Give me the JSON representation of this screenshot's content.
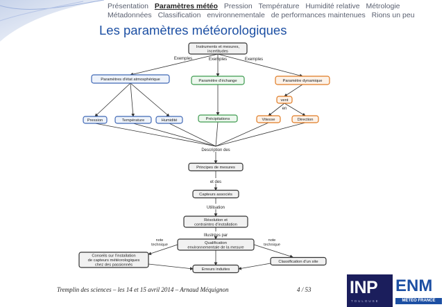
{
  "nav": {
    "items": [
      "Présentation",
      "Paramètres météo",
      "Pression",
      "Température",
      "Humidité relative",
      "Métrologie",
      "Métadonnées",
      "Classification",
      "environnementale",
      "de performances maintenues",
      "Rions un peu"
    ],
    "active": "Paramètres météo"
  },
  "slide": {
    "title": "Les paramètres météorologiques",
    "footer": "Tremplin des sciences – les 14 et 15 avril 2014 – Arnaud Méquignon",
    "page": "4 / 53"
  },
  "logos": {
    "inp_text": "INP",
    "inp_sub": "TOULOUSE",
    "enm_text": "ENM",
    "enm_sub": "MÉTÉO FRANCE"
  },
  "diagram": {
    "nodes": {
      "instruments": [
        "Instruments et mesures,",
        "incertitudes"
      ],
      "etat": [
        "Paramètres d'état atmosphérique"
      ],
      "echange": [
        "Paramètre d'échange"
      ],
      "dynamique": [
        "Paramètre dynamique"
      ],
      "vent": [
        "vent"
      ],
      "pression": [
        "Pression"
      ],
      "temperature": [
        "Température"
      ],
      "humidite": [
        "Humidité"
      ],
      "precipitations": [
        "Précipitations"
      ],
      "vitesse": [
        "Vitesse"
      ],
      "direction": [
        "Direction"
      ],
      "principes": [
        "Principes de mesures"
      ],
      "capteurs": [
        "Capteurs associés"
      ],
      "resolution": [
        "Résolution et",
        "contraintes d'installation"
      ],
      "qualification": [
        "Qualification",
        "environnementale de la mesure"
      ],
      "conseils": [
        "Conseils sur l'installation",
        "de capteurs météorologiques",
        "chez des passionnés"
      ],
      "classification": [
        "Classification d'un site"
      ],
      "erreurs": [
        "Erreurs induites"
      ]
    },
    "labels": {
      "exemples_left": "Exemples",
      "exemples_mid": "Exemples",
      "exemples_right": "Exemples",
      "en": "en",
      "description": "Description des",
      "et_des": "et des",
      "utilisation": "Utilisation",
      "illustrees": "Illustrées par",
      "note_left": [
        "note",
        "technique"
      ],
      "note_right": [
        "note",
        "technique"
      ]
    },
    "colors": {
      "blue": "#3f67b5",
      "green": "#3c9a4e",
      "orange": "#e07a22",
      "dark": "#333333",
      "blue_fill": "#eef3fb",
      "green_fill": "#eef8ef",
      "orange_fill": "#fdf2e8",
      "dark_fill": "#f1f1f1"
    }
  }
}
